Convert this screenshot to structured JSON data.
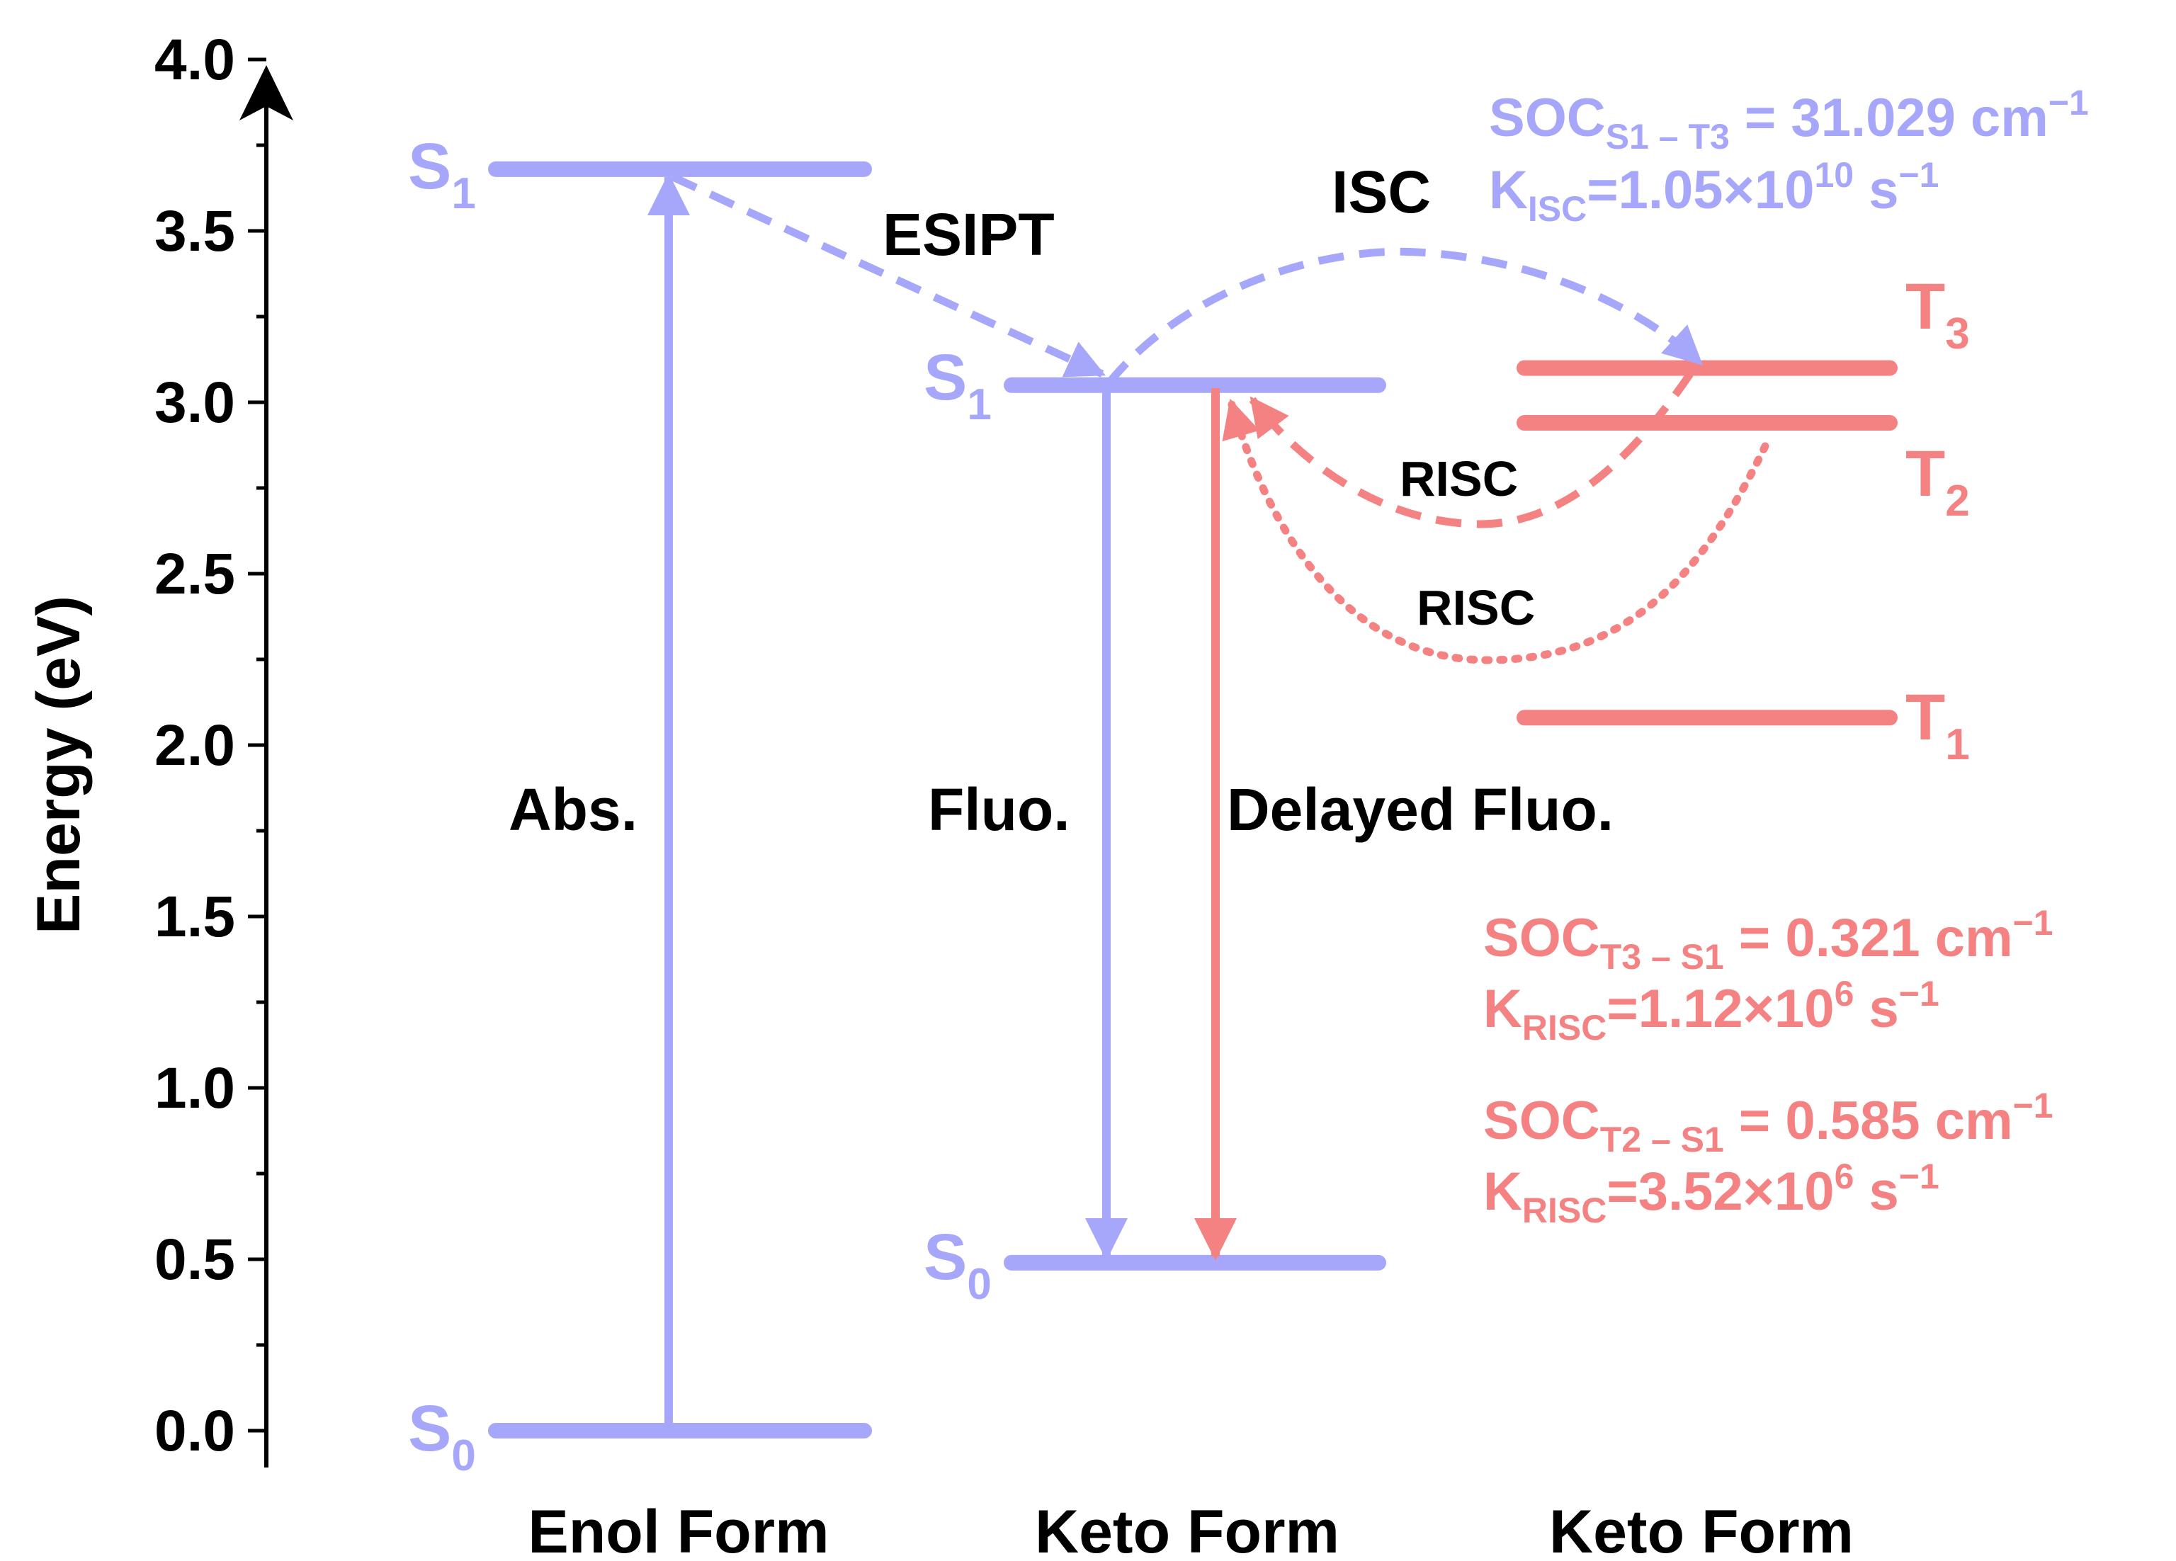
{
  "axis": {
    "title": "Energy (eV)",
    "range": [
      0,
      4.0
    ],
    "major_ticks": [
      "0.0",
      "0.5",
      "1.0",
      "1.5",
      "2.0",
      "2.5",
      "3.0",
      "3.5",
      "4.0"
    ]
  },
  "colors": {
    "singlet": "#a6a6fb",
    "triplet": "#f58282",
    "text": "#000000"
  },
  "forms": [
    "Enol Form",
    "Keto Form",
    "Keto Form"
  ],
  "levels": {
    "enol_S1": {
      "main": "S",
      "sub": "1",
      "energy": 3.68
    },
    "enol_S0": {
      "main": "S",
      "sub": "0",
      "energy": 0.0
    },
    "keto_S1": {
      "main": "S",
      "sub": "1",
      "energy": 3.05
    },
    "keto_S0": {
      "main": "S",
      "sub": "0",
      "energy": 0.49
    },
    "T3": {
      "main": "T",
      "sub": "3",
      "energy": 3.1
    },
    "T2": {
      "main": "T",
      "sub": "2",
      "energy": 2.94
    },
    "T1": {
      "main": "T",
      "sub": "1",
      "energy": 2.08
    }
  },
  "processes": {
    "abs": "Abs.",
    "esipt": "ESIPT",
    "isc": "ISC",
    "fluo": "Fluo.",
    "delayed": "Delayed Fluo.",
    "risc_1": "RISC",
    "risc_2": "RISC"
  },
  "annotations": {
    "isc": {
      "soc_main": "SOC",
      "soc_sub": "S1 – T3",
      "soc_value": " = 31.029 cm",
      "soc_sup": "−1",
      "k_main": "K",
      "k_sub": "ISC",
      "k_value": "=1.05×10",
      "k_exp": "10",
      "k_unit": " s",
      "k_unit_sup": "−1"
    },
    "risc_t3": {
      "soc_main": "SOC",
      "soc_sub": "T3 – S1",
      "soc_value": " = 0.321 cm",
      "soc_sup": "−1",
      "k_main": "K",
      "k_sub": "RISC",
      "k_value": "=1.12×10",
      "k_exp": "6",
      "k_unit": " s",
      "k_unit_sup": "−1"
    },
    "risc_t2": {
      "soc_main": "SOC",
      "soc_sub": "T2 – S1",
      "soc_value": " = 0.585 cm",
      "soc_sup": "−1",
      "k_main": "K",
      "k_sub": "RISC",
      "k_value": "=3.52×10",
      "k_exp": "6",
      "k_unit": " s",
      "k_unit_sup": "−1"
    }
  }
}
